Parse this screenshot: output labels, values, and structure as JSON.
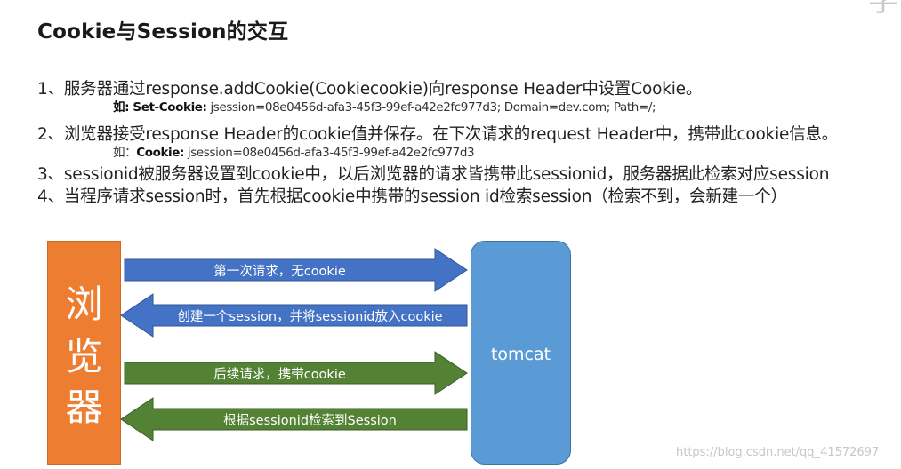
{
  "slide": {
    "corner_glyph": "学",
    "title": "Cookie与Session的交互",
    "lines": [
      "1、服务器通过response.addCookie(Cookiecookie)向response Header中设置Cookie。",
      "2、浏览器接受response Header的cookie值并保存。在下次请求的request Header中，携带此cookie信息。",
      "3、sessionid被服务器设置到cookie中，以后浏览器的请求皆携带此sessionid，服务器据此检索对应session",
      "4、当程序请求session时，首先根据cookie中携带的session id检索session（检索不到，会新建一个）"
    ],
    "examples": [
      {
        "prefix": "如: ",
        "key": "Set-Cookie:",
        "value": " jsession=08e0456d-afa3-45f3-99ef-a42e2fc977d3; Domain=dev.com; Path=/;"
      },
      {
        "prefix": "如：",
        "key": "Cookie:",
        "value": " jsession=08e0456d-afa3-45f3-99ef-a42e2fc977d3"
      }
    ]
  },
  "diagram": {
    "browser_label": [
      "浏",
      "览",
      "器"
    ],
    "server_label": "tomcat",
    "arrows": [
      {
        "label": "第一次请求，无cookie",
        "direction": "right",
        "color": "#4472c4"
      },
      {
        "label": "创建一个session，并将sessionid放入cookie",
        "direction": "left",
        "color": "#4472c4"
      },
      {
        "label": "后续请求，携带cookie",
        "direction": "right",
        "color": "#548235"
      },
      {
        "label": "根据sessionid检索到Session",
        "direction": "left",
        "color": "#548235"
      }
    ],
    "colors": {
      "browser": "#ed7d31",
      "server": "#5b9bd5"
    }
  },
  "watermark": "https://blog.csdn.net/qq_41572697"
}
